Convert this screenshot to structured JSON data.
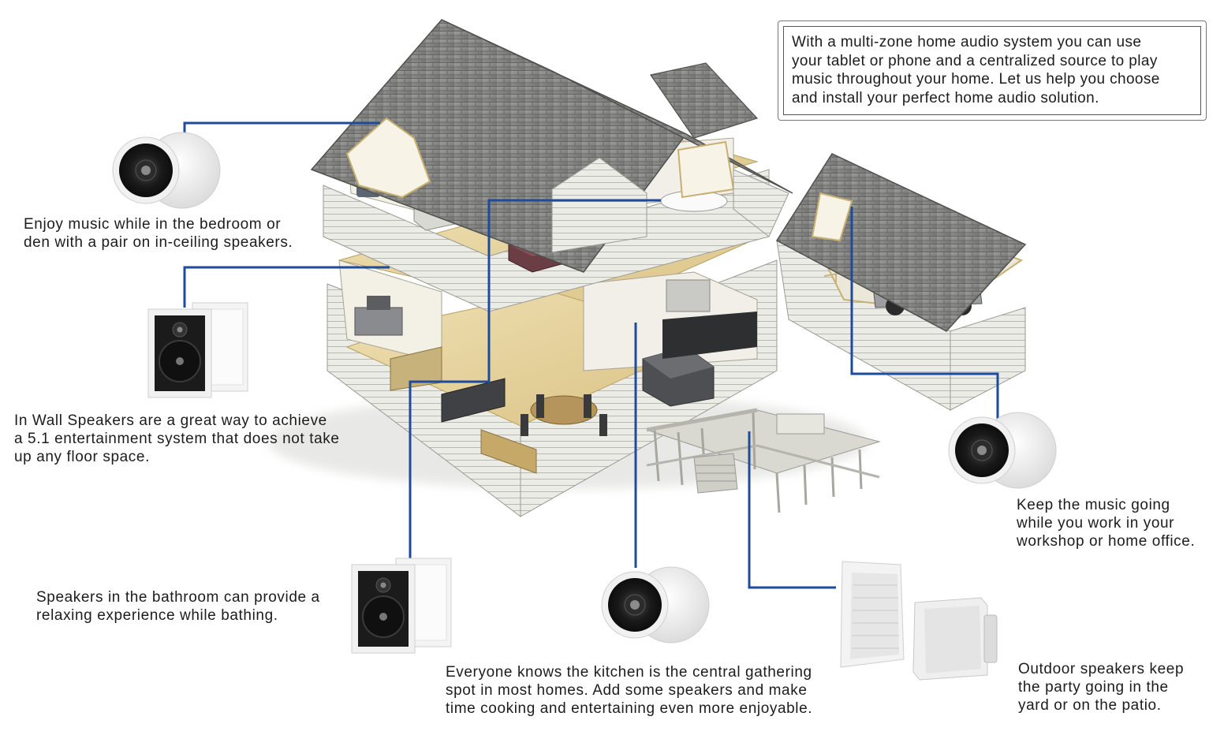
{
  "intro": "With a multi-zone home audio system you can use\nyour tablet or phone and a centralized source to play\nmusic throughout your home.  Let us help you choose\nand install your perfect home audio solution.",
  "captions": {
    "bedroom": "Enjoy music while in the bedroom or\nden with a pair on in-ceiling speakers.",
    "living_room": "In Wall Speakers are a great way to achieve\na 5.1 entertainment system that does not take\nup any floor space.",
    "bathroom": "Speakers in the bathroom can provide a\nrelaxing experience while bathing.",
    "kitchen": "Everyone knows the kitchen is the central gathering\nspot in most homes.  Add some speakers and make\ntime cooking and entertaining even more enjoyable.",
    "workshop": "Keep the music going\nwhile you work in your\nworkshop or home office.",
    "outdoor": "Outdoor speakers keep\nthe party going in the\nyard or on the patio."
  },
  "colors": {
    "leader_line": "#1f4b9c",
    "roof": "#8d8e8c",
    "siding": "#e8e8e3",
    "floor": "#e2cf9a",
    "speaker_grille": "#1b1b1b"
  },
  "icons": [
    "ceiling-speaker-icon",
    "wall-speaker-icon",
    "outdoor-speaker-icon",
    "house-cutaway-illustration",
    "garage-illustration"
  ]
}
